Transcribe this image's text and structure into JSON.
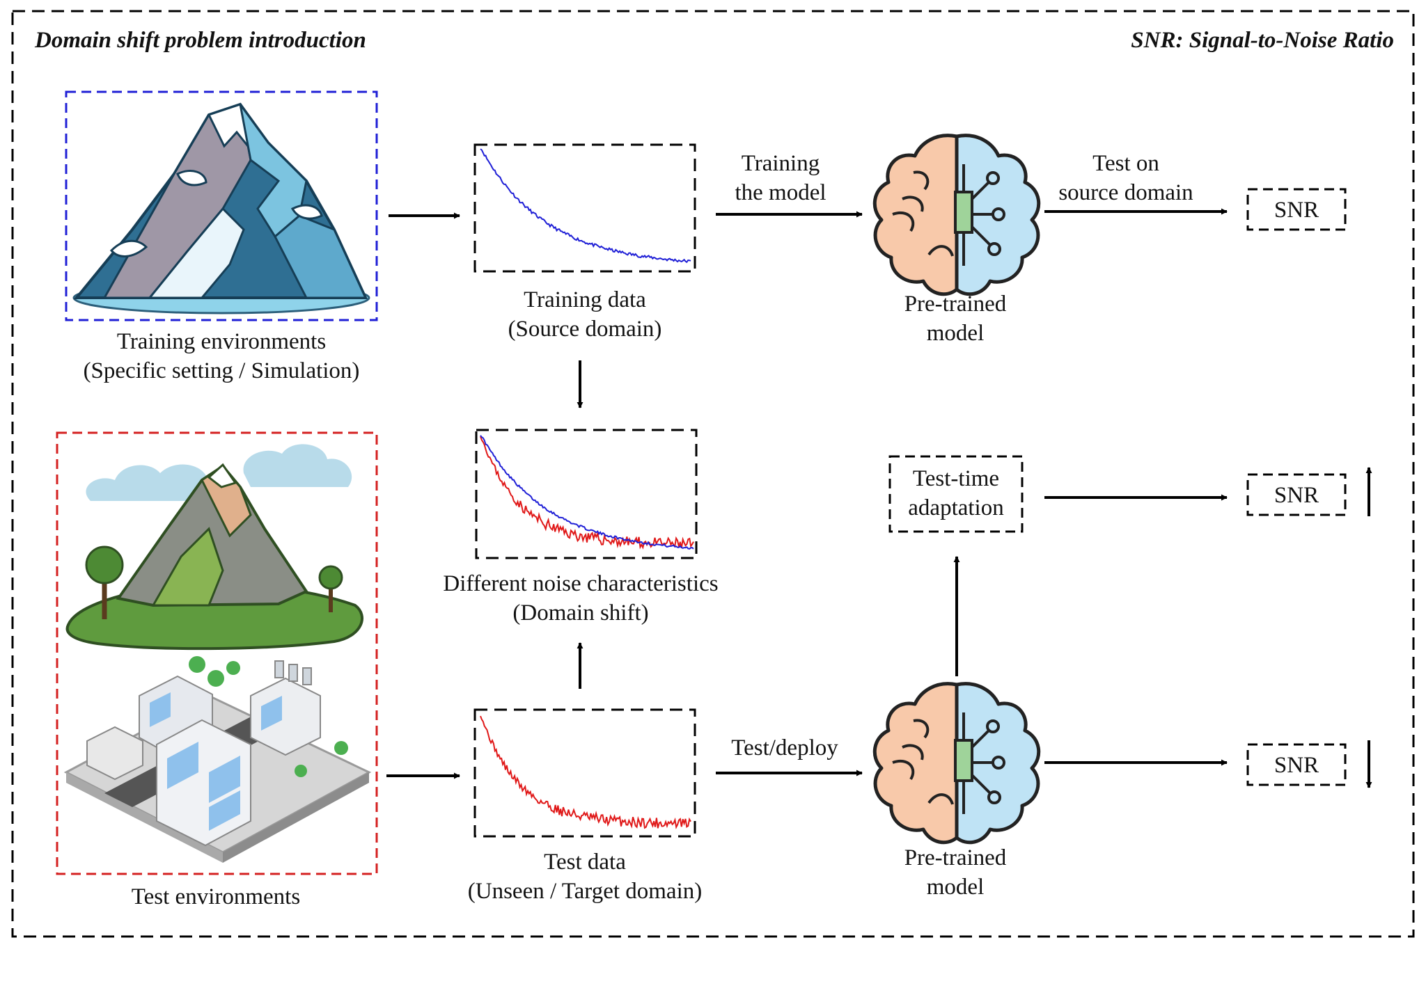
{
  "header": {
    "title": "Domain shift  problem introduction",
    "legend": "SNR: Signal-to-Noise Ratio"
  },
  "labels": {
    "training_env_line1": "Training environments",
    "training_env_line2": "(Specific setting / Simulation)",
    "test_env": "Test environments",
    "training_data_line1": "Training data",
    "training_data_line2": "(Source domain)",
    "noise_line1": "Different noise characteristics",
    "noise_line2": "(Domain shift)",
    "test_data_line1": "Test data",
    "test_data_line2": "(Unseen / Target domain)",
    "training_model_line1": "Training",
    "training_model_line2": "the model",
    "test_source_line1": "Test on",
    "test_source_line2": "source domain",
    "test_deploy": "Test/deploy",
    "pretrained_top_line1": "Pre-trained",
    "pretrained_top_line2": "model",
    "pretrained_bottom_line1": "Pre-trained",
    "pretrained_bottom_line2": "model",
    "tta_line1": "Test-time",
    "tta_line2": "adaptation",
    "snr_top": "SNR",
    "snr_middle": "SNR",
    "snr_bottom": "SNR"
  },
  "colors": {
    "source_curve": "#1f1fd6",
    "target_curve": "#e01818",
    "training_env_border": "#1f1fd6",
    "test_env_border": "#d42020",
    "brain_left": "#f8c9aa",
    "brain_right": "#bfe3f5",
    "circuit": "#9fd39a"
  },
  "icons": {
    "training_environment": "snowy-mountain-illustration",
    "test_environment_1": "green-mountain-illustration",
    "test_environment_2": "isometric-city-illustration",
    "model": "brain-circuit-icon",
    "snr_increase": "arrow-up-icon",
    "snr_decrease": "arrow-down-icon"
  }
}
